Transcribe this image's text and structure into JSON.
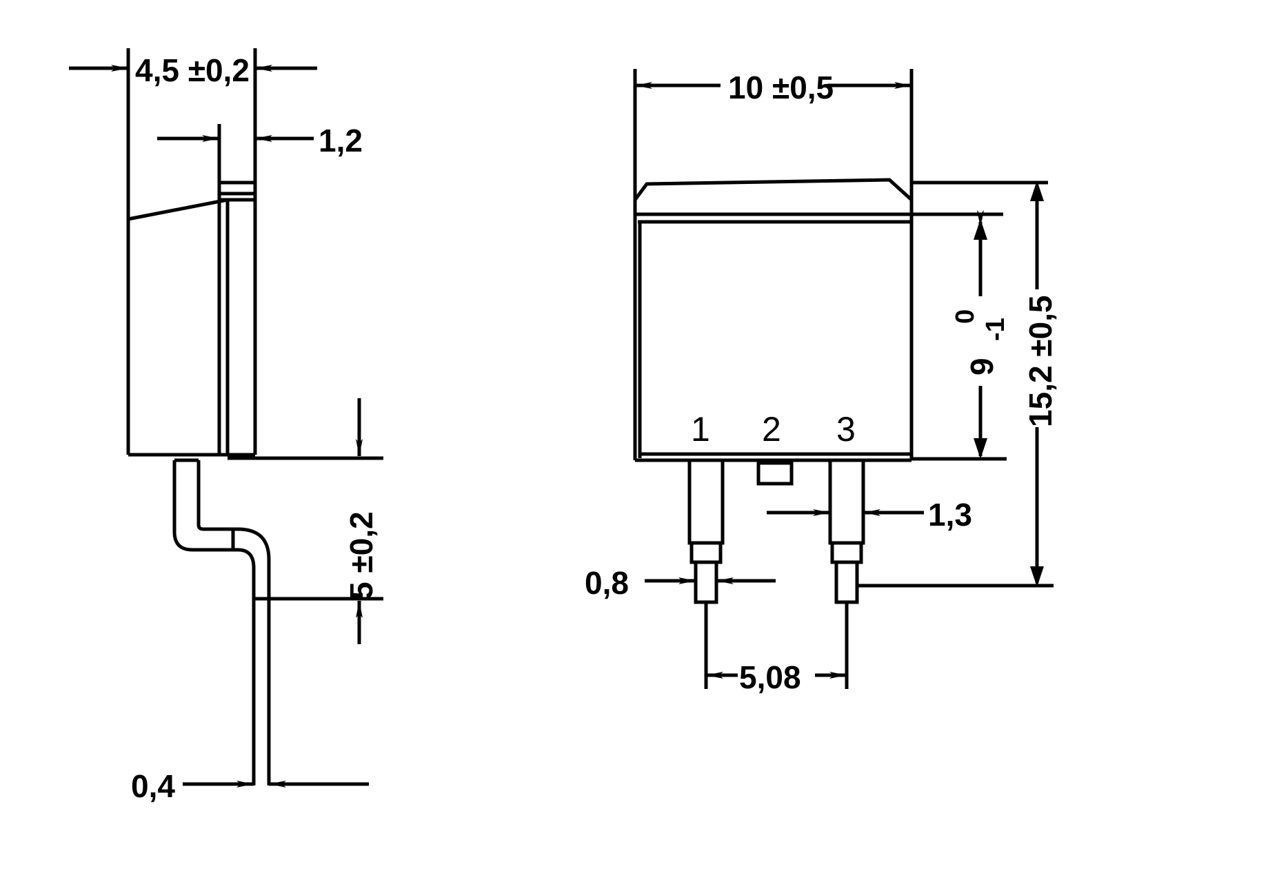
{
  "drawing": {
    "title": "TO-263 / D2PAK package outline drawing",
    "units": "mm",
    "line_color": "#000000",
    "background_color": "#ffffff",
    "views": [
      {
        "name": "side-view",
        "label": ""
      },
      {
        "name": "front-view",
        "label": ""
      }
    ]
  },
  "side_view": {
    "dimensions": {
      "body_width": "4,5  ±0,2",
      "tab_thickness": "1,2",
      "standoff_height": "5  ±0,2",
      "lead_thickness": "0,4"
    }
  },
  "front_view": {
    "dimensions": {
      "body_width": "10  ±0,5",
      "body_height_value": "9",
      "body_height_tol_upper": "0",
      "body_height_tol_lower": "-1",
      "overall_height": "15,2  ±0,5",
      "lead_width": "1,3",
      "lead_tip_width": "0,8",
      "lead_pitch": "5,08"
    },
    "pins": [
      {
        "number": "1"
      },
      {
        "number": "2"
      },
      {
        "number": "3"
      }
    ]
  }
}
